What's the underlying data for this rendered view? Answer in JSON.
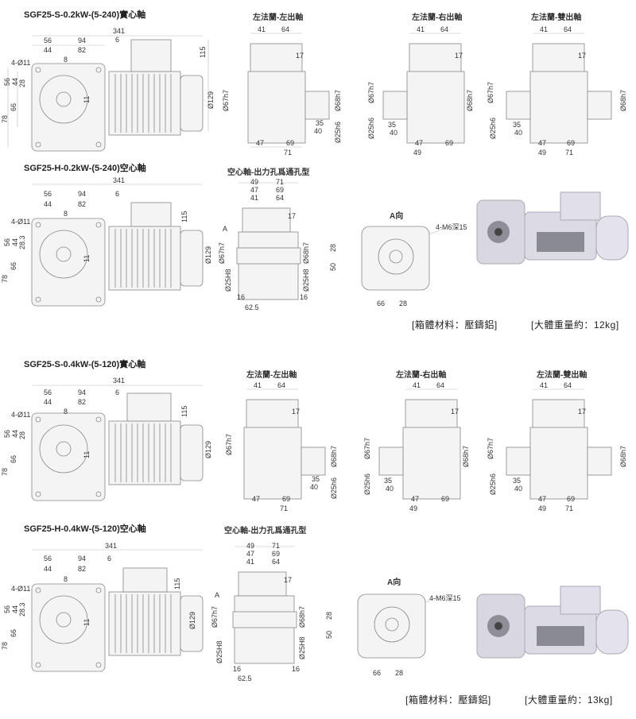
{
  "sections": [
    {
      "title": "SGF25-S-0.2kW-(5-240)實心軸",
      "type": "solid",
      "main_dims": {
        "total": "341",
        "d6": "6",
        "d56": "56",
        "d94": "94",
        "d44": "44",
        "d82": "82",
        "d8": "8",
        "bolt": "4-Ø11",
        "h115": "115",
        "d11": "11",
        "d129": "Ø129",
        "v56": "56",
        "v44": "44",
        "v28": "28",
        "v66": "66",
        "v78": "78"
      },
      "views": [
        {
          "label": "左法蘭-左出軸",
          "top": [
            "41",
            "64"
          ],
          "r17": "17",
          "d1": "Ø67h7",
          "d2": "Ø68h7",
          "d3": "Ø25h6",
          "b1": "35",
          "b2": "40",
          "b3": "47",
          "b4": "69",
          "b5": "71"
        },
        {
          "label": "左法蘭-右出軸",
          "top": [
            "41",
            "64"
          ],
          "r17": "17",
          "d1": "Ø67h7",
          "d2": "Ø68h7",
          "d3": "Ø25h6",
          "b1": "35",
          "b2": "40",
          "b3": "47",
          "b4": "69",
          "b5": "49"
        },
        {
          "label": "左法蘭-雙出軸",
          "top": [
            "41",
            "64"
          ],
          "r17": "17",
          "d1": "Ø67h7",
          "d2": "Ø68h7",
          "d3": "Ø25h6",
          "b1": "35",
          "b2": "40",
          "b3": "47",
          "b4": "69",
          "b5": "49",
          "b6": "71"
        }
      ]
    },
    {
      "title": "SGF25-H-0.2kW-(5-240)空心軸",
      "type": "hollow",
      "main_dims": {
        "total": "341",
        "d6": "6",
        "d56": "56",
        "d94": "94",
        "d44": "44",
        "d82": "82",
        "d8": "8",
        "bolt": "4-Ø11",
        "h115": "115",
        "d11": "11",
        "d129": "Ø129",
        "v56": "56",
        "v44": "44",
        "v28": "28.3",
        "v66": "66",
        "v78": "78"
      },
      "hollow_view": {
        "label": "空心軸-出力孔爲通孔型",
        "top": [
          "49",
          "47",
          "41"
        ],
        "top2": [
          "71",
          "69",
          "64"
        ],
        "r17": "17",
        "a": "A",
        "d1": "Ø67h7",
        "d2": "Ø68h7",
        "d3": "Ø25H8",
        "d4": "Ø25H8",
        "b1": "16",
        "b2": "62.5",
        "b3": "16"
      },
      "a_view": {
        "label": "A向",
        "tap": "4-M6深15",
        "v50": "50",
        "v28": "28",
        "h66": "66",
        "h28": "28"
      },
      "notes": [
        "[箱體材料：壓鑄鋁]",
        "[大體重量約：12kg]"
      ]
    },
    {
      "title": "SGF25-S-0.4kW-(5-120)實心軸",
      "type": "solid",
      "main_dims": {
        "total": "341",
        "d6": "6",
        "d56": "56",
        "d94": "94",
        "d44": "44",
        "d82": "82",
        "d8": "8",
        "bolt": "4-Ø11",
        "h115": "115",
        "d11": "11",
        "d129": "Ø129",
        "v56": "56",
        "v44": "44",
        "v28": "28",
        "v66": "66",
        "v78": "78"
      },
      "views": [
        {
          "label": "左法蘭-左出軸",
          "top": [
            "41",
            "64"
          ],
          "r17": "17",
          "d1": "Ø67h7",
          "d2": "Ø68h7",
          "d3": "Ø25h6",
          "b1": "35",
          "b2": "40",
          "b3": "47",
          "b4": "69",
          "b5": "71"
        },
        {
          "label": "左法蘭-右出軸",
          "top": [
            "41",
            "64"
          ],
          "r17": "17",
          "d1": "Ø67h7",
          "d2": "Ø68h7",
          "d3": "Ø25h6",
          "b1": "35",
          "b2": "40",
          "b3": "47",
          "b4": "69",
          "b5": "49"
        },
        {
          "label": "左法蘭-雙出軸",
          "top": [
            "41",
            "64"
          ],
          "r17": "17",
          "d1": "Ø67h7",
          "d2": "Ø68h7",
          "d3": "Ø25h6",
          "b1": "35",
          "b2": "40",
          "b3": "47",
          "b4": "69",
          "b5": "49",
          "b6": "71"
        }
      ]
    },
    {
      "title": "SGF25-H-0.4kW-(5-120)空心軸",
      "type": "hollow",
      "main_dims": {
        "total": "341",
        "d6": "6",
        "d56": "56",
        "d94": "94",
        "d44": "44",
        "d82": "82",
        "d8": "8",
        "bolt": "4-Ø11",
        "h115": "115",
        "d11": "11",
        "d129": "Ø129",
        "v56": "56",
        "v44": "44",
        "v28": "28.3",
        "v66": "66",
        "v78": "78"
      },
      "hollow_view": {
        "label": "空心軸-出力孔爲通孔型",
        "top": [
          "49",
          "47",
          "41"
        ],
        "top2": [
          "71",
          "69",
          "64"
        ],
        "r17": "17",
        "a": "A",
        "d1": "Ø67h7",
        "d2": "Ø68h7",
        "d3": "Ø25H8",
        "d4": "Ø25H8",
        "b1": "16",
        "b2": "62.5",
        "b3": "16"
      },
      "a_view": {
        "label": "A向",
        "tap": "4-M6深15",
        "v50": "50",
        "v28": "28",
        "h66": "66",
        "h28": "28"
      },
      "notes": [
        "[箱體材料：壓鑄鋁]",
        "[大體重量約：13kg]"
      ]
    }
  ]
}
